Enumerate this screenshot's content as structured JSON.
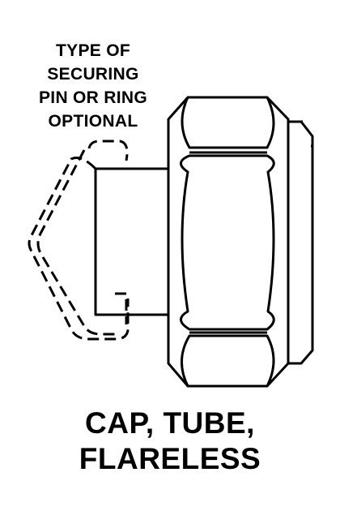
{
  "annotation": {
    "lines": [
      "TYPE OF",
      "SECURING",
      "PIN OR RING",
      "OPTIONAL"
    ]
  },
  "title": {
    "lines": [
      "CAP, TUBE,",
      "FLARELESS"
    ]
  },
  "colors": {
    "ink": "#000000",
    "background": "#ffffff"
  }
}
